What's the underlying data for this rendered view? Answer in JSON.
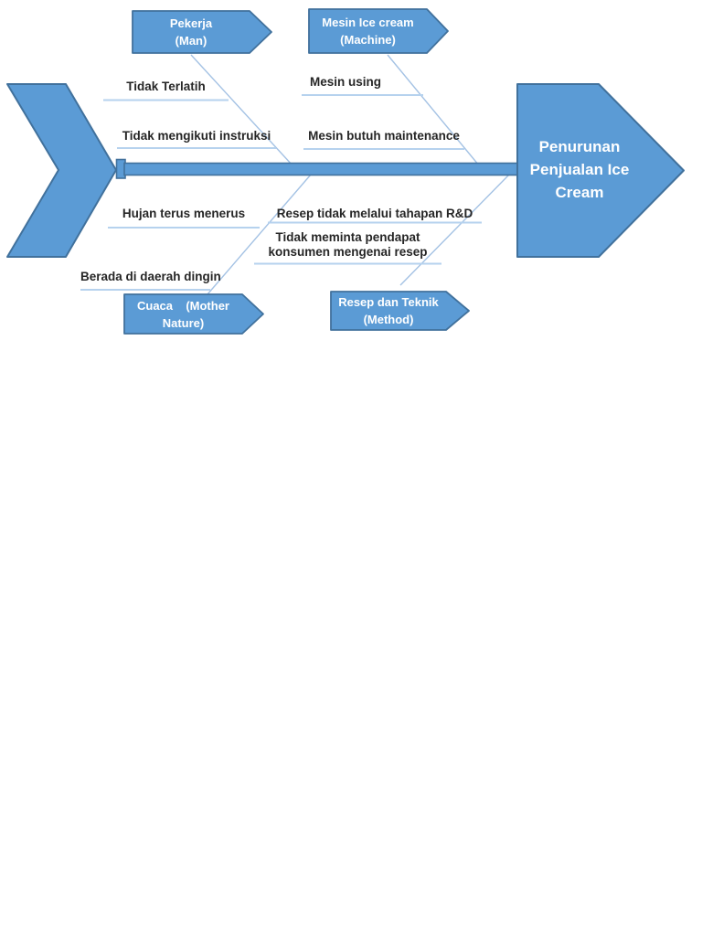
{
  "diagram": {
    "type": "fishbone-ishikawa",
    "effect": {
      "label": "Penurunan Penjualan Ice Cream"
    },
    "categories": {
      "man": {
        "line1": "Pekerja",
        "line2": "(Man)"
      },
      "machine": {
        "line1": "Mesin Ice cream",
        "line2": "(Machine)"
      },
      "nature": {
        "word1": "Cuaca",
        "word2": "(Mother",
        "line2": "Nature)"
      },
      "method": {
        "line1": "Resep dan Teknik",
        "line2": "(Method)"
      }
    },
    "causes": {
      "man_1": "Tidak Terlatih",
      "man_2": "Tidak mengikuti instruksi",
      "machine_1": "Mesin using",
      "machine_2": "Mesin butuh maintenance",
      "nature_1": "Hujan terus menerus",
      "nature_2": "Berada di daerah dingin",
      "method_1": "Resep tidak melalui tahapan R&D",
      "method_2": "Tidak meminta pendapat konsumen mengenai resep"
    }
  },
  "colors": {
    "shape_fill": "#5b9bd5",
    "shape_border": "#41719c",
    "branch_line": "#a4c2e4",
    "underline": "#b6d2ee",
    "cause_text": "#262626",
    "shape_text": "#ffffff",
    "page_background": "#ffffff"
  }
}
